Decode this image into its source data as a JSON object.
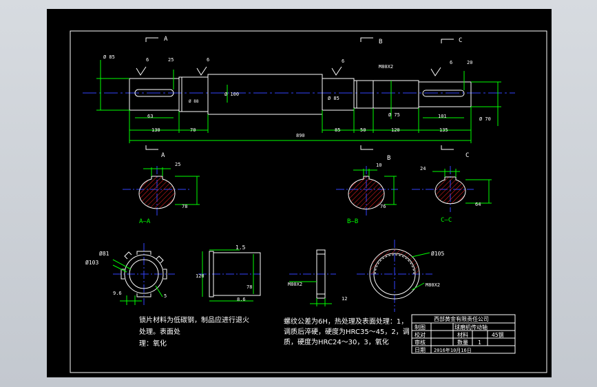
{
  "colors": {
    "background": "#000000",
    "frame": "#ffffff",
    "outline": "#ffffff",
    "dimension": "#00ff00",
    "centerline": "#0000ff",
    "hatch": "#ff0000",
    "label": "#ffffff",
    "section_name": "#00ff00"
  },
  "shaft": {
    "section_marks": [
      "A",
      "B",
      "C"
    ],
    "dims": {
      "d85_left": "Ø 85",
      "d85_mid": "Ø 85",
      "d88": "Ø 88",
      "d100": "Ø 100",
      "d75": "Ø 75",
      "d70": "Ø 70",
      "thread": "M80X2",
      "key_len_left": "63",
      "key_len_right": "101",
      "key_w_left": "25",
      "key_w_right": "20",
      "seg_130": "130",
      "seg_70": "70",
      "seg_85": "85",
      "seg_50": "50",
      "seg_120": "120",
      "seg_135": "135",
      "total": "890"
    },
    "roughness": [
      "6",
      "6",
      "6",
      "6"
    ]
  },
  "sections": [
    {
      "label": "A—A",
      "top_dim": "25",
      "side_dim": "78"
    },
    {
      "label": "B—B",
      "top_dim": "10",
      "side_dim": "76"
    },
    {
      "label": "C—C",
      "top_dim": "24",
      "side_dim": "64"
    }
  ],
  "washer": {
    "d81": "Ø81",
    "d103": "Ø103",
    "w": "9.6",
    "tab": "5",
    "h120": "120",
    "t15": "1.5",
    "d78": "78",
    "t86": "8.6"
  },
  "nut": {
    "thread_left": "M80X2",
    "thickness": "12",
    "d105": "Ø105",
    "thread_right": "M80X2"
  },
  "notes": {
    "washer_note": "锁片材料为低碳钢，制品应进行退火处理。表面处理：氧化",
    "nut_note": "螺纹公差为6H，热处理及表面处理：1，调质后淬硬，硬度为HRC35～45，2，调质，硬度为HRC24～30，3，氧化"
  },
  "title_block": {
    "company": "西部黄金有限责任公司",
    "part_name": "球磨机传动轴",
    "row_labels": [
      "制图",
      "校对",
      "审核",
      "日期"
    ],
    "material_label": "材料",
    "material_value": "45钢",
    "qty_label": "数量",
    "qty_value": "1",
    "date_value": "2016年10月16日"
  }
}
